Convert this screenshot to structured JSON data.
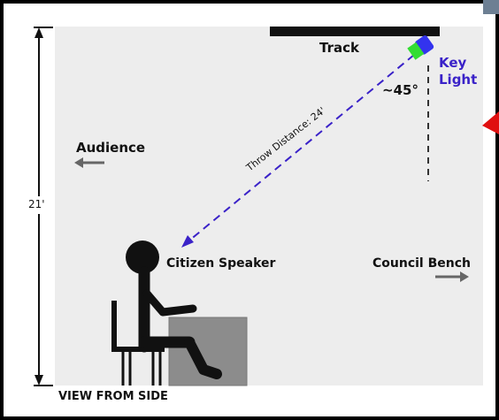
{
  "diagram": {
    "title": "VIEW FROM SIDE",
    "labels": {
      "track": "Track",
      "key_light_line1": "Key",
      "key_light_line2": "Light",
      "angle": "~45°",
      "audience": "Audience",
      "throw_distance": "Throw Distance: 24'",
      "citizen_speaker": "Citizen Speaker",
      "council_bench": "Council Bench",
      "height": "21'"
    },
    "colors": {
      "beam": "#3a22c8",
      "light_body": "#3333ee",
      "light_front": "#33dd33",
      "room": "#ededed",
      "desk": "#8c8c8c",
      "accent_red": "#e01010"
    }
  }
}
